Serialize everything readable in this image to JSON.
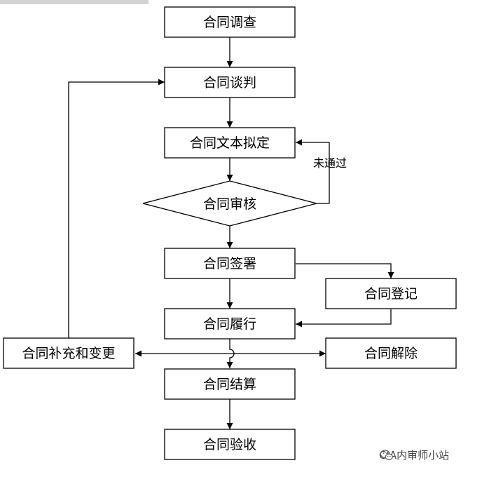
{
  "nodes": {
    "survey": "合同调查",
    "negotiation": "合同谈判",
    "drafting": "合同文本拟定",
    "review": "合同审核",
    "signing": "合同签署",
    "registration": "合同登记",
    "performance": "合同履行",
    "amendment": "合同补充和变更",
    "termination": "合同解除",
    "settlement": "合同结算",
    "acceptance": "合同验收"
  },
  "edge_labels": {
    "not_passed": "未通过"
  },
  "watermark": {
    "text": "CIA内审师小站",
    "icon": "wechat-icon"
  }
}
